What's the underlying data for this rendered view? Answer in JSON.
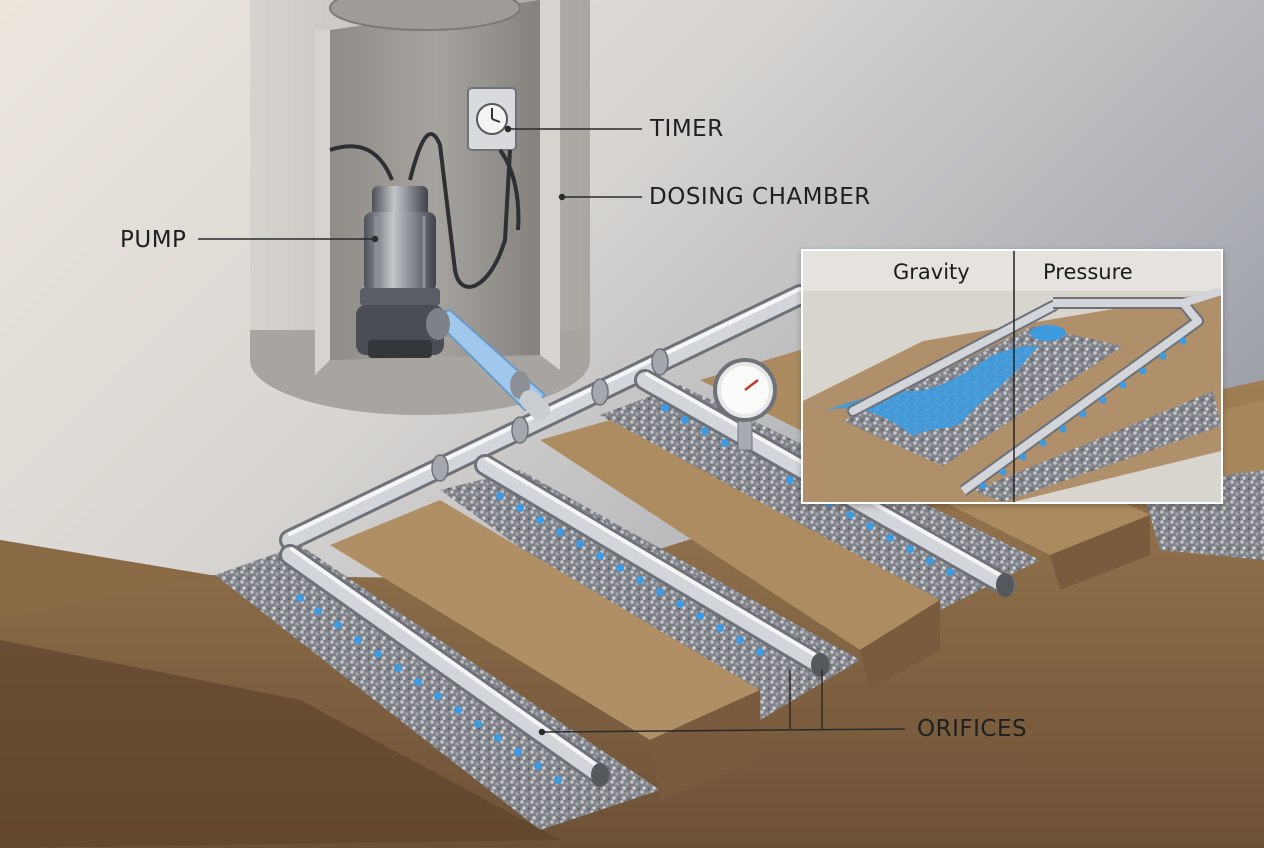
{
  "labels": {
    "timer": "TIMER",
    "dosing_chamber": "DOSING CHAMBER",
    "pump": "PUMP",
    "orifices": "ORIFICES"
  },
  "inset": {
    "gravity": "Gravity",
    "pressure": "Pressure"
  },
  "colors": {
    "water": "#3f9be0",
    "pipe": "#c9ccd1",
    "concrete": "#c2c0bc",
    "soil": "#a8865e",
    "gravel": "#8e9096"
  }
}
